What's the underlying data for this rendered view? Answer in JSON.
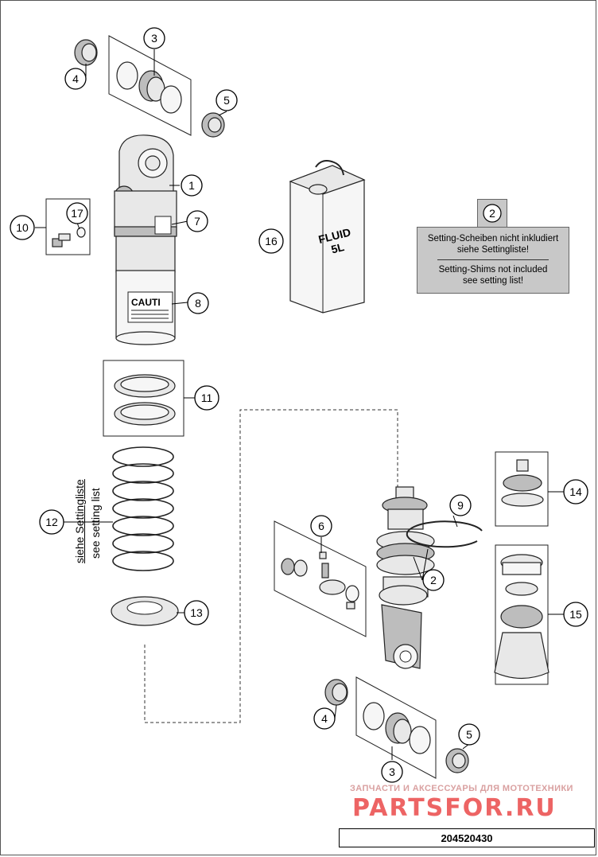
{
  "callouts": [
    "1",
    "2",
    "3",
    "4",
    "5",
    "6",
    "7",
    "8",
    "9",
    "10",
    "11",
    "12",
    "13",
    "14",
    "15",
    "16",
    "17"
  ],
  "note": {
    "label": "2",
    "de_line1": "Setting-Scheiben nicht inkludiert",
    "de_line2": "siehe Settingliste!",
    "en_line1": "Setting-Shims not included",
    "en_line2": "see setting list!"
  },
  "spring_note": {
    "de": "siehe Settingliste",
    "en": "see setting list"
  },
  "fluid": {
    "line1": "FLUID",
    "line2": "5L"
  },
  "caution_label": "CAUTI",
  "watermark": {
    "tagline": "ЗАПЧАСТИ И АКСЕССУАРЫ ДЛЯ МОТОТЕХНИКИ",
    "brand": "PARTSFOR.RU"
  },
  "diagram_code": "204520430"
}
